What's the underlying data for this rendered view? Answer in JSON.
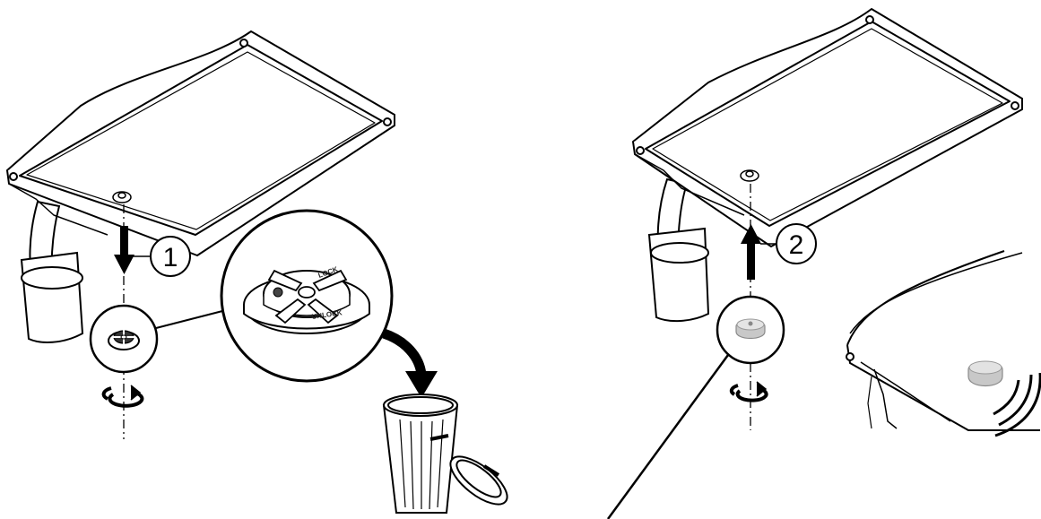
{
  "steps": [
    {
      "number": "1"
    },
    {
      "number": "2"
    }
  ],
  "cap_labels": {
    "lock": "LOCK",
    "unlock": "UNLOCK"
  },
  "colors": {
    "line": "#000000",
    "background": "#ffffff",
    "new_device_gray": "#c8c8c8"
  },
  "icons": [
    "arrow-down-icon",
    "arrow-up-icon",
    "rotate-icon",
    "trash-can-icon",
    "discard-arrow-icon",
    "sound-waves-icon"
  ]
}
